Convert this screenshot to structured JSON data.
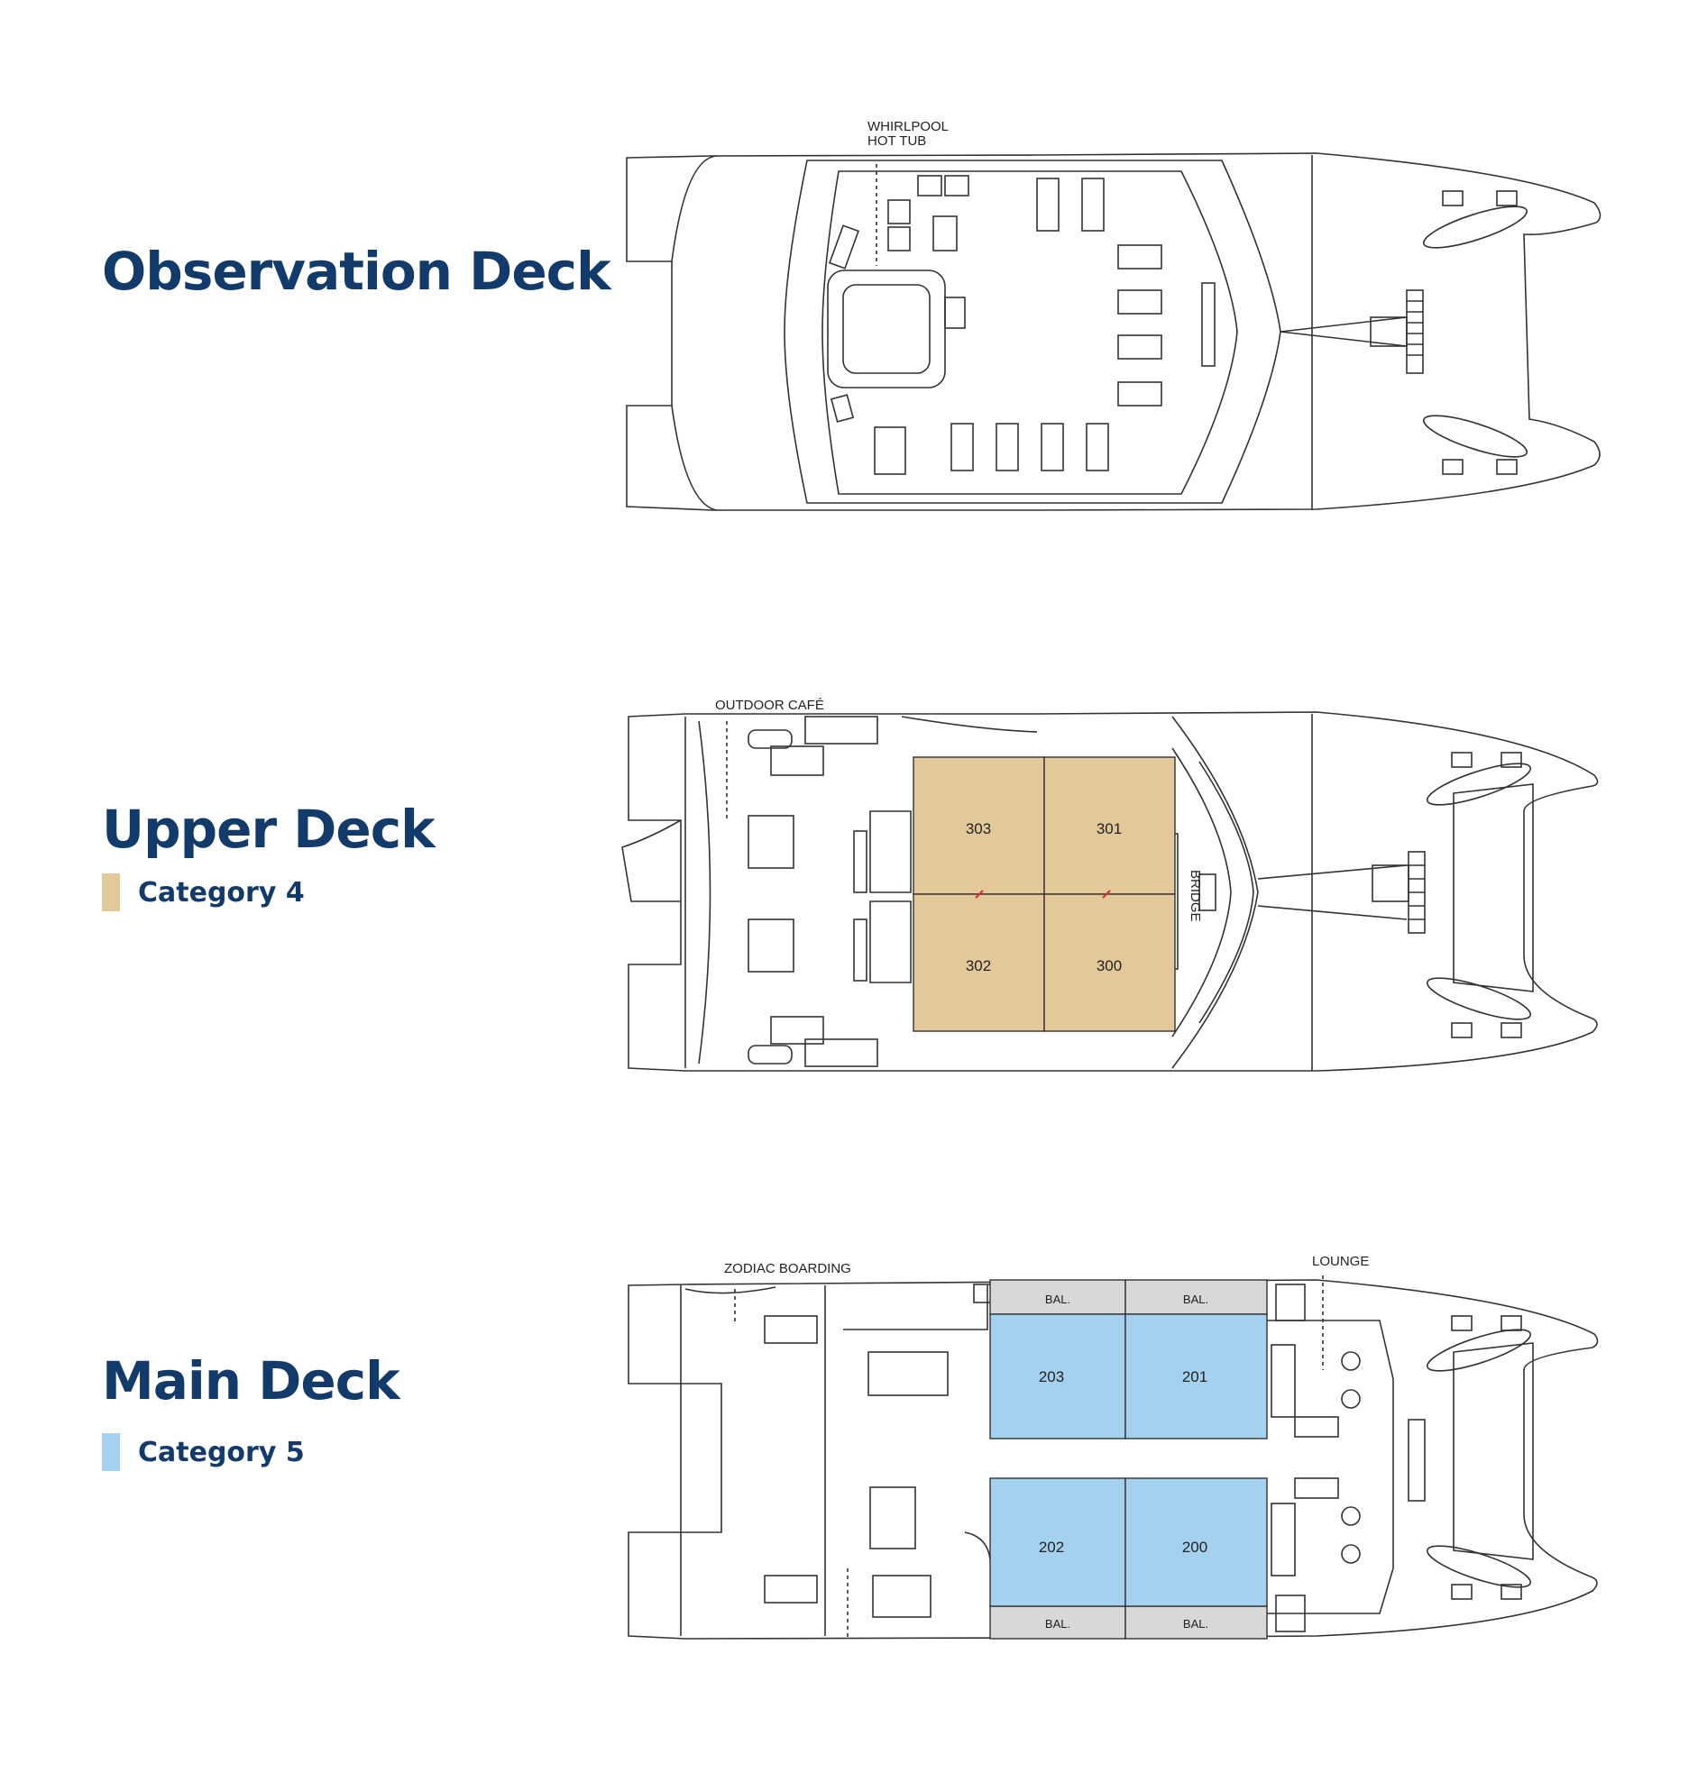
{
  "colors": {
    "title": "#123a6b",
    "category_4": "#e3c99a",
    "category_5": "#a4d1f0",
    "line": "#333333"
  },
  "decks": {
    "observation": {
      "title": "Observation Deck",
      "labels": {
        "whirlpool_line1": "WHIRLPOOL",
        "whirlpool_line2": "HOT TUB"
      }
    },
    "upper": {
      "title": "Upper Deck",
      "legend": "Category 4",
      "labels": {
        "outdoor_cafe": "OUTDOOR CAFÉ",
        "bridge": "BRIDGE"
      },
      "cabins": [
        "303",
        "301",
        "302",
        "300"
      ]
    },
    "main": {
      "title": "Main Deck",
      "legend": "Category 5",
      "labels": {
        "zodiac_boarding": "ZODIAC BOARDING",
        "lounge": "LOUNGE",
        "balcony": "BAL."
      },
      "cabins": [
        "203",
        "201",
        "202",
        "200"
      ]
    }
  }
}
